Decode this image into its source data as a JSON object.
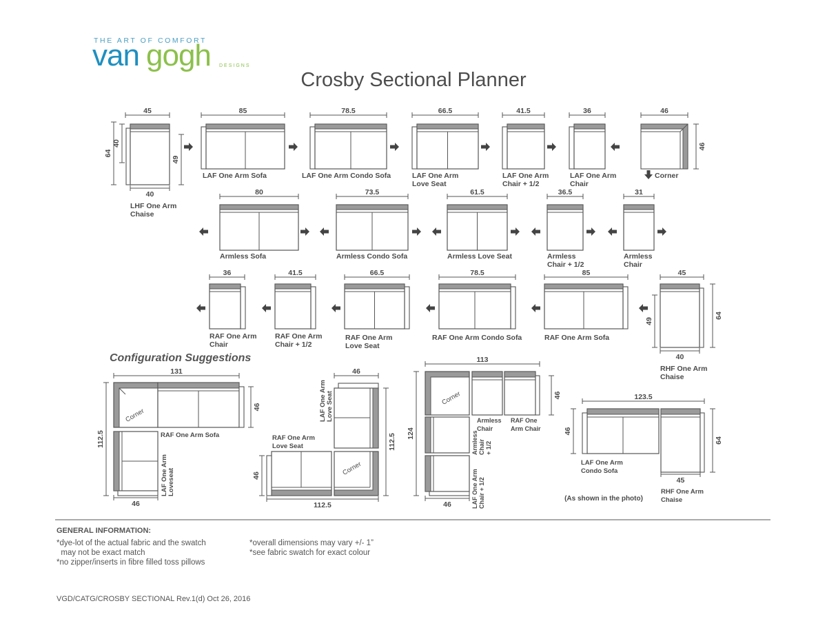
{
  "logo": {
    "tagline": "THE ART OF COMFORT",
    "brand_a": "van",
    "brand_b": "gogh",
    "designs": "DESIGNS",
    "colors": {
      "blue": "#1f8fc0",
      "green": "#8cc04b"
    }
  },
  "title": "Crosby Sectional Planner",
  "row1": [
    {
      "id": "lhf-chaise",
      "label": [
        "LHF One Arm",
        "Chaise"
      ],
      "dims": {
        "top": "45",
        "bottom": "40",
        "left_outer": "64",
        "left_inner": "40",
        "right": "49"
      }
    },
    {
      "id": "laf-sofa",
      "label": [
        "LAF One Arm Sofa"
      ],
      "dims": {
        "top": "85"
      }
    },
    {
      "id": "laf-condo-sofa",
      "label": [
        "LAF One Arm Condo Sofa"
      ],
      "dims": {
        "top": "78.5"
      }
    },
    {
      "id": "laf-love-seat",
      "label": [
        "LAF One Arm",
        "Love Seat"
      ],
      "dims": {
        "top": "66.5"
      }
    },
    {
      "id": "laf-chair-half",
      "label": [
        "LAF One Arm",
        "Chair + 1/2"
      ],
      "dims": {
        "top": "41.5"
      }
    },
    {
      "id": "laf-chair",
      "label": [
        "LAF One Arm",
        "Chair"
      ],
      "dims": {
        "top": "36"
      }
    },
    {
      "id": "corner",
      "label": [
        "Corner"
      ],
      "dims": {
        "top": "46",
        "right": "46"
      }
    }
  ],
  "row2": [
    {
      "id": "armless-sofa",
      "label": [
        "Armless Sofa"
      ],
      "dims": {
        "top": "80"
      }
    },
    {
      "id": "armless-condo-sofa",
      "label": [
        "Armless Condo Sofa"
      ],
      "dims": {
        "top": "73.5"
      }
    },
    {
      "id": "armless-love-seat",
      "label": [
        "Armless Love Seat"
      ],
      "dims": {
        "top": "61.5"
      }
    },
    {
      "id": "armless-chair-half",
      "label": [
        "Armless",
        "Chair + 1/2"
      ],
      "dims": {
        "top": "36.5"
      }
    },
    {
      "id": "armless-chair",
      "label": [
        "Armless",
        "Chair"
      ],
      "dims": {
        "top": "31"
      }
    }
  ],
  "row3": [
    {
      "id": "raf-chair",
      "label": [
        "RAF One Arm",
        "Chair"
      ],
      "dims": {
        "top": "36"
      }
    },
    {
      "id": "raf-chair-half",
      "label": [
        "RAF One Arm",
        "Chair + 1/2"
      ],
      "dims": {
        "top": "41.5"
      }
    },
    {
      "id": "raf-love-seat",
      "label": [
        "RAF One Arm",
        "Love Seat"
      ],
      "dims": {
        "top": "66.5"
      }
    },
    {
      "id": "raf-condo-sofa",
      "label": [
        "RAF One Arm Condo Sofa"
      ],
      "dims": {
        "top": "78.5"
      }
    },
    {
      "id": "raf-sofa",
      "label": [
        "RAF One Arm Sofa"
      ],
      "dims": {
        "top": "85"
      }
    },
    {
      "id": "rhf-chaise",
      "label": [
        "RHF One Arm",
        "Chaise"
      ],
      "dims": {
        "top": "45",
        "bottom": "40",
        "left": "49",
        "right": "64"
      }
    }
  ],
  "config": {
    "title": "Configuration Suggestions",
    "c1": {
      "top": "131",
      "side_right": "46",
      "left": "112.5",
      "bottom": "46",
      "corner": "Corner",
      "sofa": "RAF One Arm Sofa",
      "loveseat": [
        "LAF One Arm",
        "Loveseat"
      ]
    },
    "c2": {
      "top": "46",
      "side_right": "112.5",
      "left": "46",
      "bottom": "112.5",
      "corner": "Corner",
      "loveseat_v": [
        "LAF One Arm",
        "Love Seat"
      ],
      "loveseat_h": [
        "RAF One Arm",
        "Love Seat"
      ]
    },
    "c3": {
      "top": "113",
      "right": "46",
      "left": "124",
      "bottom": "46",
      "corner": "Corner",
      "armless_chair": [
        "Armless",
        "Chair"
      ],
      "raf_chair": [
        "RAF One",
        "Arm Chair"
      ],
      "armless_chair_half": [
        "Armless",
        "Chair",
        "+ 1/2"
      ],
      "laf_chair_half": [
        "LAF One Arm",
        "Chair + 1/2"
      ]
    },
    "c4": {
      "top": "123.5",
      "left": "46",
      "right": "64",
      "bottom": "45",
      "condo": [
        "LAF One Arm",
        "Condo Sofa"
      ],
      "chaise": [
        "RHF One Arm",
        "Chaise"
      ],
      "note": "(As shown in the photo)"
    }
  },
  "general": {
    "title": "GENERAL INFORMATION:",
    "notes_left": [
      "*dye-lot of the actual fabric and the swatch",
      "  may not be exact match",
      "*no zipper/inserts in fibre filled toss pillows"
    ],
    "notes_right": [
      "*overall dimensions may vary +/- 1”",
      "*see fabric swatch for exact colour"
    ]
  },
  "footer": "VGD/CATG/CROSBY SECTIONAL Rev.1(d) Oct 26, 2016"
}
